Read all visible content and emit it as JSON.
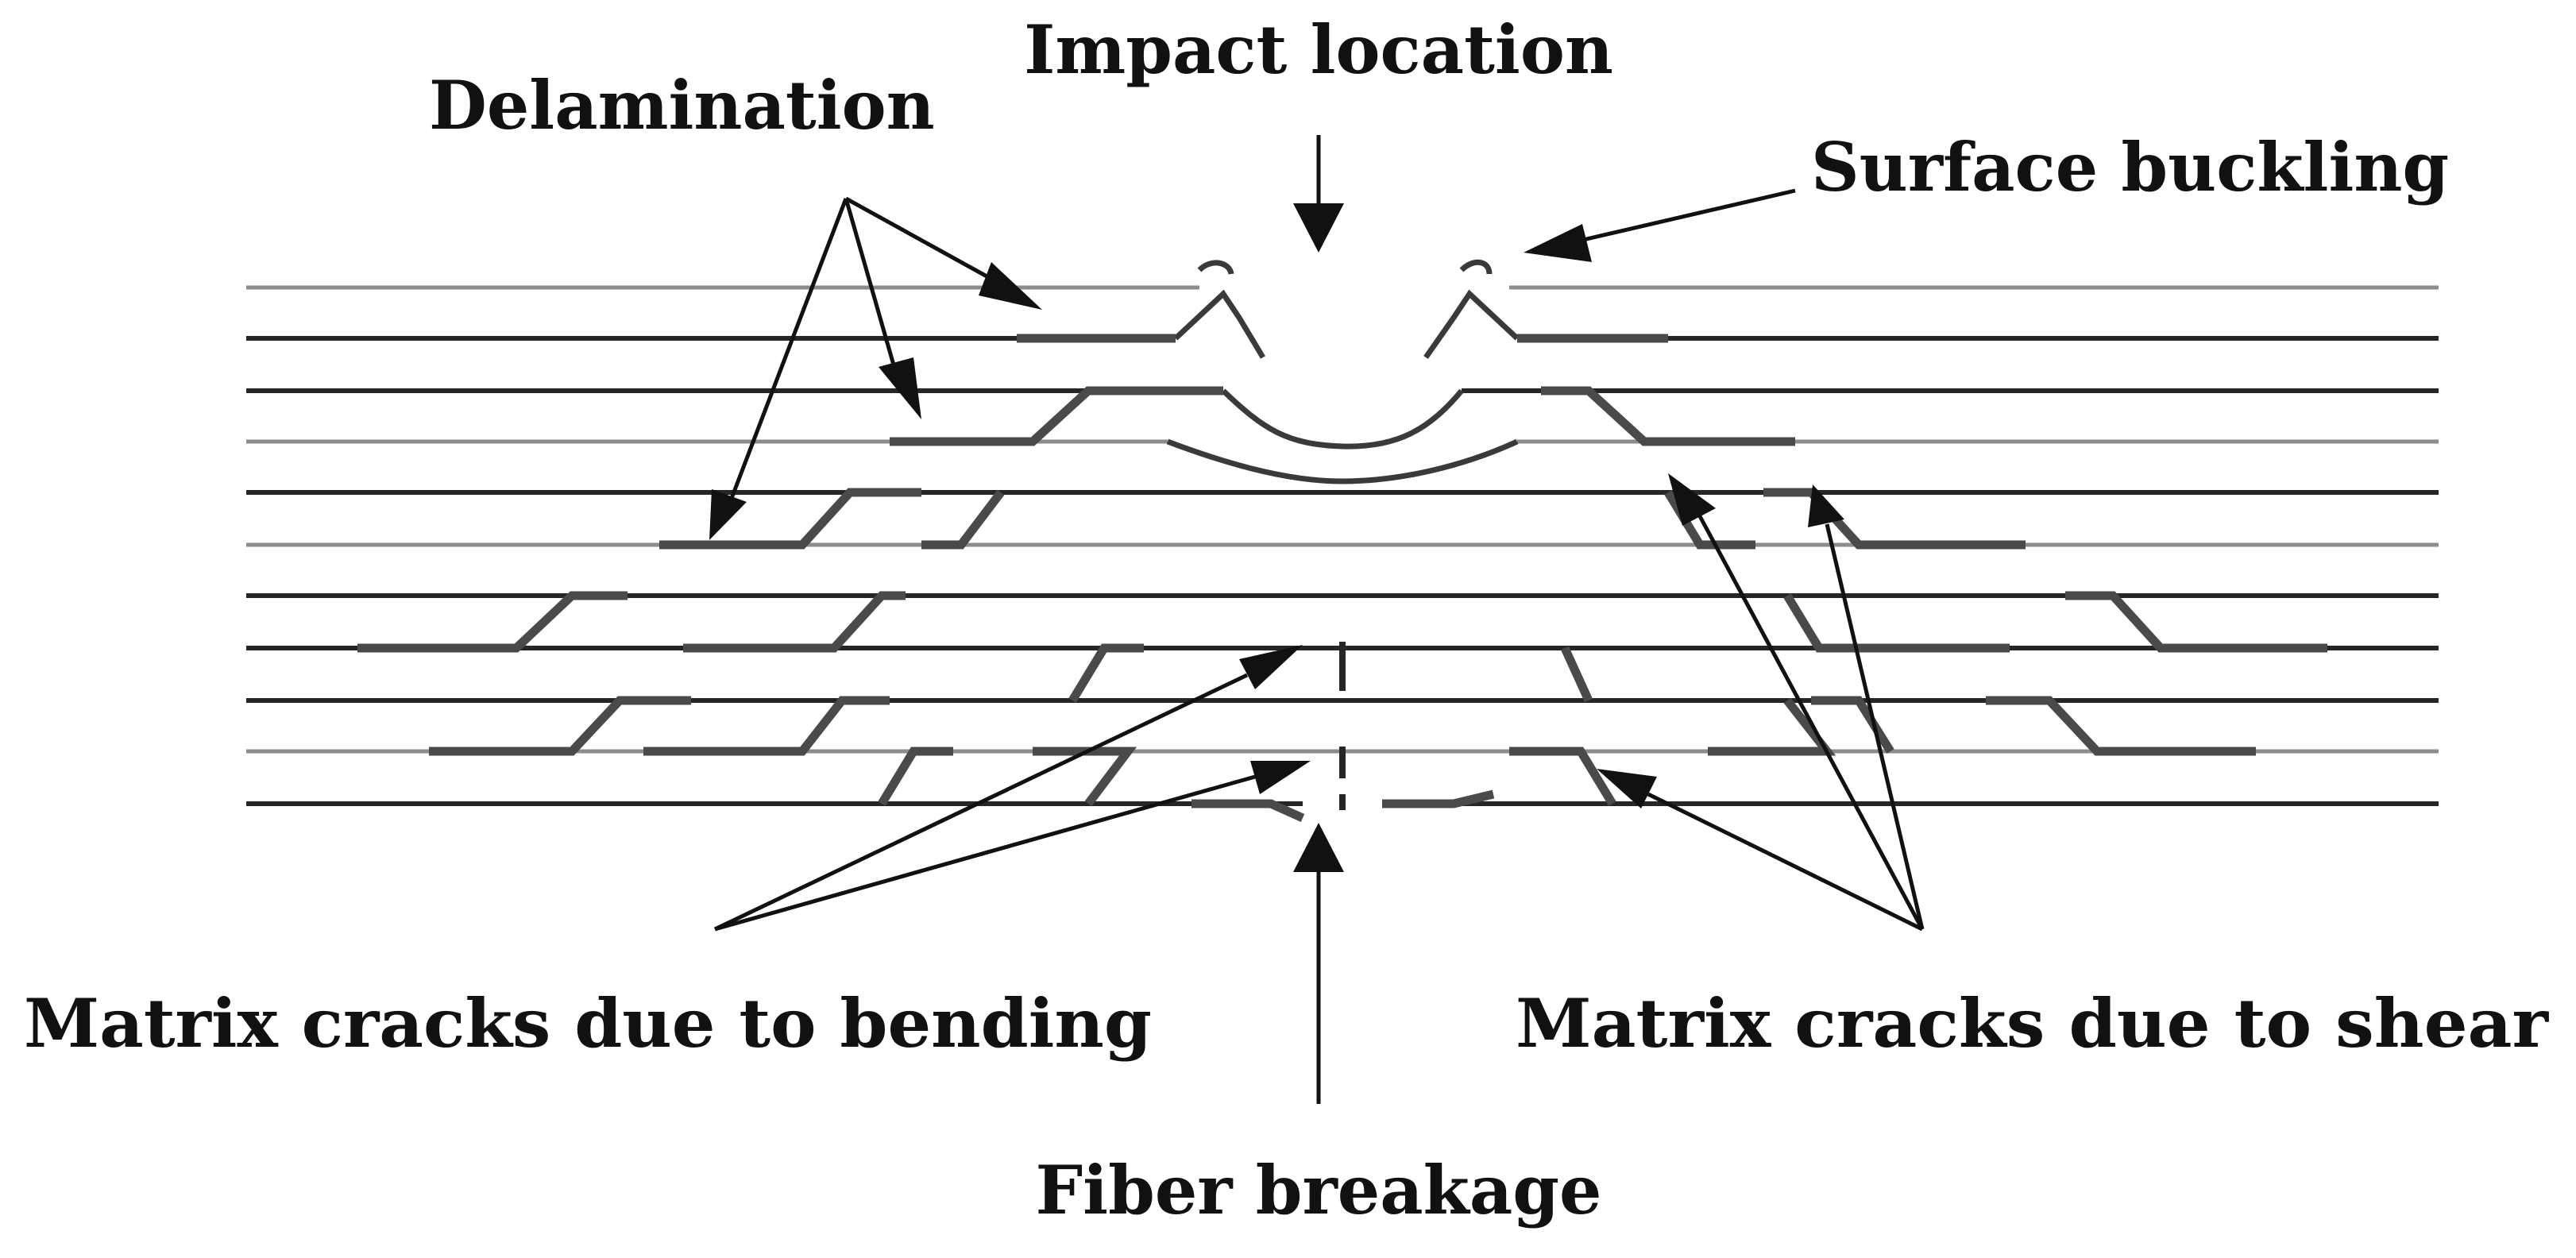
{
  "labels": {
    "impact_location": "Impact location",
    "delamination": "Delamination",
    "surface_buckling": "Surface buckling",
    "matrix_cracks_bending": "Matrix cracks due to bending",
    "matrix_cracks_shear": "Matrix cracks due to shear",
    "fiber_breakage": "Fiber breakage"
  },
  "colors": {
    "background": "#ffffff",
    "ink": "#111111",
    "ply_line_light": "#8c8c8c",
    "ply_line_dark": "#262626",
    "damage": "#4a4a4a"
  }
}
